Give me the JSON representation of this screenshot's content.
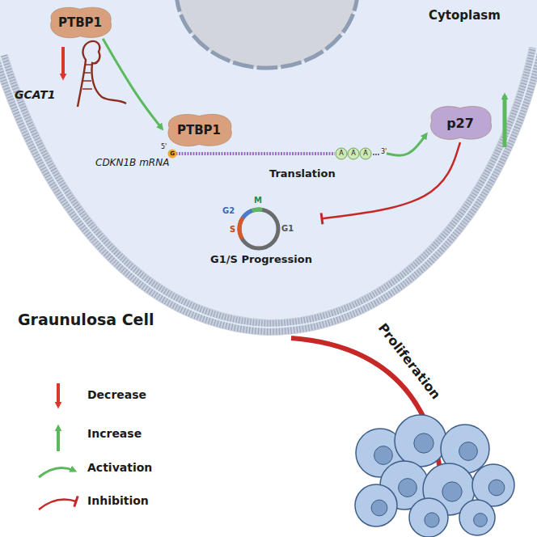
{
  "diagram": {
    "nodes": [
      {
        "text": [
          "PTBP1"
        ]
      },
      {
        "text": [
          "PTBP1"
        ]
      },
      {
        "text": [
          "CDKN1B mRNA",
          "Translation"
        ]
      },
      {
        "text": [
          "p27"
        ]
      },
      {
        "text": [
          "M",
          "G2",
          "S",
          "G1",
          "G1/S Progression"
        ]
      }
    ],
    "edges": [
      {
        "from": 0,
        "to": 1,
        "arrow": "to"
      },
      {
        "from": 2,
        "to": 3,
        "arrow": "to"
      },
      {
        "from": 3,
        "to": 4,
        "arrow": "to"
      }
    ],
    "labels": [
      "Cytoplasm",
      "GCAT1",
      "5'",
      "G",
      "A",
      "A",
      "A",
      "3'",
      "Graunulosa Cell",
      "Proliferation"
    ],
    "legend": [
      {
        "text": "Decrease"
      },
      {
        "text": "Increase"
      },
      {
        "text": "Activation"
      },
      {
        "text": "Inhibition"
      }
    ]
  }
}
